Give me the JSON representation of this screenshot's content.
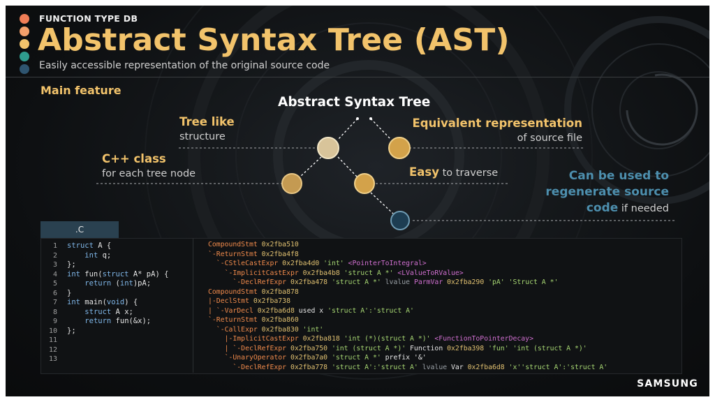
{
  "header": {
    "eyebrow": "FUNCTION TYPE DB",
    "title": "Abstract Syntax Tree (AST)",
    "subtitle": "Easily accessible representation of the original source code",
    "dot_colors": [
      "#f07e57",
      "#f3a06b",
      "#f2c36b",
      "#2f9c8f",
      "#2f5570"
    ]
  },
  "section": {
    "label": "Main feature"
  },
  "diagram": {
    "title": "Abstract Syntax Tree",
    "tree_like": {
      "heading": "Tree like",
      "text": "structure"
    },
    "cpp_class": {
      "heading": "C++ class",
      "text": "for each tree node"
    },
    "equivalent": {
      "heading": "Equivalent representation",
      "text": "of source file"
    },
    "easy": {
      "heading": "Easy",
      "text": " to traverse"
    },
    "regenerate": {
      "line1": "Can be used to",
      "line2": "regenerate source",
      "line3_bold": "code",
      "line3_rest": " if needed"
    }
  },
  "code": {
    "tab_label": ".C",
    "line_numbers": [
      "1",
      "2",
      "3",
      "4",
      "5",
      "6",
      "7",
      "8",
      "9",
      "10",
      "11",
      "12",
      "13"
    ],
    "source_lines": [
      "struct A {",
      "    int q;",
      "};",
      "int fun(struct A* pA) {",
      "    return (int)pA;",
      "}",
      "int main(void) {",
      "    struct A x;",
      "    return fun(&x);",
      "};"
    ]
  },
  "ast_dump": {
    "l1": [
      "CompoundStmt",
      " 0x2fba510"
    ],
    "l2": [
      "`-ReturnStmt",
      " 0x2fba4f8"
    ],
    "l3": [
      "  `-CStleCastExpr",
      " 0x2fba4d0",
      " 'int'",
      " <PointerToIntegral>"
    ],
    "l4": [
      "    `-ImplicitCastExpr",
      " 0x2fba4b8",
      " 'struct A *'",
      " <LValueToRValue>"
    ],
    "l5": [
      "      `-DeclRefExpr",
      " 0x2fba478",
      " 'struct A *'",
      " lvalue ",
      "ParmVar",
      " 0x2fba290",
      " 'pA'",
      " 'Struct A *'"
    ],
    "l6": [
      "CompoundStmt",
      " 0x2fba878"
    ],
    "l7": [
      "|-DeclStmt",
      " 0x2fba738"
    ],
    "l8": [
      "| `-VarDecl",
      " 0x2fba6d8",
      " used x ",
      "'struct A':'struct A'"
    ],
    "l9": [
      "`-ReturnStmt",
      " 0x2fba860"
    ],
    "l10": [
      "  `-CallExpr",
      " 0x2fba830",
      " 'int'"
    ],
    "l11": [
      "    |-ImplicitCastExpr",
      " 0x2fba818",
      " 'int (*)(struct A *)'",
      " <FunctionToPointerDecay>"
    ],
    "l12": [
      "    | `-DeclRefExpr",
      " 0x2fba750",
      " 'int (struct A *)'",
      " Function ",
      "0x2fba398",
      " 'fun'",
      " 'int (struct A *)'"
    ],
    "l13": [
      "    `-UnaryOperator",
      " 0x2fba7a0",
      " 'struct A *'",
      " prefix '&'"
    ],
    "l14": [
      "      `-DeclRefExpr",
      " 0x2fba778",
      " 'struct A':'struct A'",
      " lvalue ",
      "Var",
      " 0x2fba6d8",
      " 'x''struct A':'struct A'"
    ]
  },
  "brand": "SAMSUNG",
  "colors": {
    "accent": "#f2c36b",
    "regenerate_blue": "#4d8fae",
    "node_fill": "#d3a24a",
    "node_root_fill": "#d8c49a",
    "node_leaf_fill": "#1d3d52"
  }
}
